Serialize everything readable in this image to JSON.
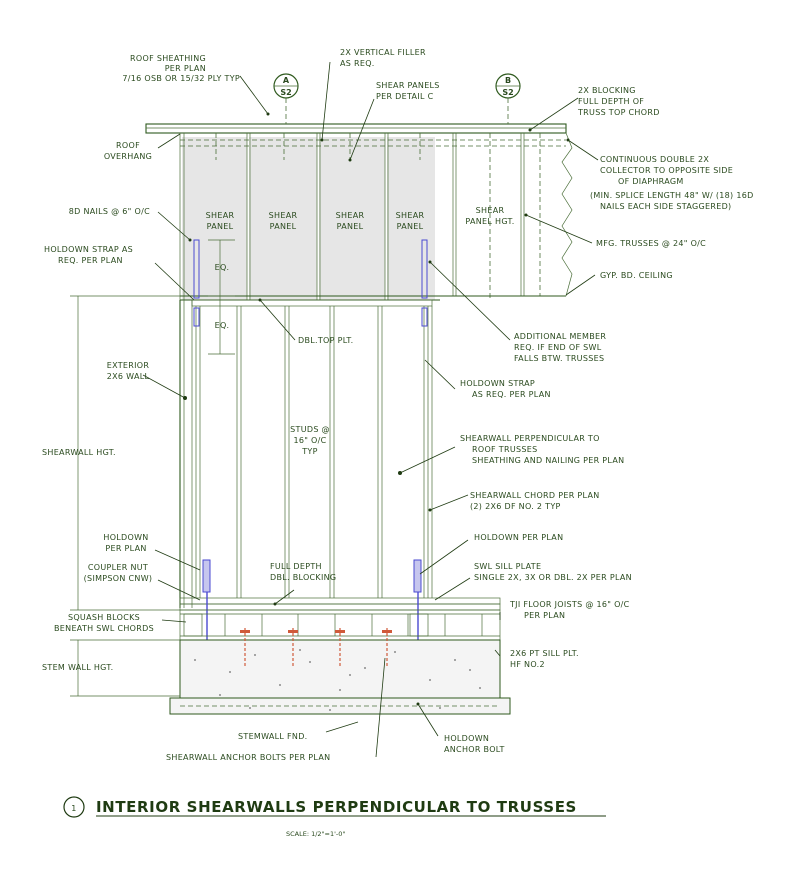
{
  "labels": {
    "roof_sheathing": [
      "ROOF SHEATHING",
      "PER PLAN",
      "7/16 OSB OR 15/32 PLY TYP"
    ],
    "vertical_filler": [
      "2X VERTICAL FILLER",
      "AS REQ."
    ],
    "shear_panels_detail": [
      "SHEAR PANELS",
      "PER DETAIL C"
    ],
    "blocking_2x": [
      "2X BLOCKING",
      "FULL DEPTH OF",
      "TRUSS TOP CHORD"
    ],
    "roof_overhang": [
      "ROOF",
      "OVERHANG"
    ],
    "collector": [
      "CONTINUOUS DOUBLE 2X",
      "COLLECTOR TO OPPOSITE SIDE",
      "OF DIAPHRAGM"
    ],
    "splice": [
      "(MIN. SPLICE LENGTH 48\" W/ (18) 16D",
      "NAILS EACH SIDE STAGGERED)"
    ],
    "nails_8d": "8D NAILS @ 6\" O/C",
    "mfg_trusses": "MFG. TRUSSES @ 24\" O/C",
    "holdown_strap_top": [
      "HOLDOWN STRAP AS",
      "REQ. PER PLAN"
    ],
    "gyp_ceiling": "GYP. BD. CEILING",
    "exterior_wall": [
      "EXTERIOR",
      "2X6 WALL"
    ],
    "additional_member": [
      "ADDITIONAL MEMBER",
      "REQ. IF END OF SWL",
      "FALLS BTW. TRUSSES"
    ],
    "dbl_top_plt": "DBL.TOP PLT.",
    "holdown_strap_right": [
      "HOLDOWN STRAP",
      "AS REQ. PER PLAN"
    ],
    "shearwall_hgt": "SHEARWALL HGT.",
    "studs": [
      "STUDS @",
      "16\" O/C",
      "TYP"
    ],
    "shearwall_perp": [
      "SHEARWALL PERPENDICULAR TO",
      "ROOF TRUSSES",
      "SHEATHING AND NAILING PER PLAN"
    ],
    "chord": [
      "SHEARWALL CHORD PER PLAN",
      "(2) 2X6 DF NO. 2 TYP"
    ],
    "holdown_left": [
      "HOLDOWN",
      "PER PLAN"
    ],
    "holdown_right": "HOLDOWN PER PLAN",
    "coupler_nut": [
      "COUPLER NUT",
      "(SIMPSON CNW)"
    ],
    "full_depth_blocking": [
      "FULL DEPTH",
      "DBL. BLOCKING"
    ],
    "swl_sill": [
      "SWL SILL PLATE",
      "SINGLE 2X, 3X OR DBL. 2X PER PLAN"
    ],
    "squash_blocks": [
      "SQUASH BLOCKS",
      "BENEATH SWL CHORDS"
    ],
    "tji_joists": [
      "TJI FLOOR JOISTS @ 16\" O/C",
      "PER PLAN"
    ],
    "stem_wall_hgt": "STEM WALL HGT.",
    "pt_sill": [
      "2X6 PT SILL PLT.",
      "HF NO.2"
    ],
    "stemwall_fnd": "STEMWALL FND.",
    "holdown_anchor": [
      "HOLDOWN",
      "ANCHOR BOLT"
    ],
    "anchor_bolts": "SHEARWALL ANCHOR BOLTS PER PLAN",
    "eq": "EQ.",
    "shear_panel": [
      "SHEAR",
      "PANEL"
    ],
    "shear_panel_hgt": [
      "SHEAR",
      "PANEL HGT."
    ]
  },
  "section_markers": [
    {
      "letter": "A",
      "sheet": "S2"
    },
    {
      "letter": "B",
      "sheet": "S2"
    }
  ],
  "title": {
    "number": "1",
    "text": "INTERIOR SHEARWALLS PERPENDICULAR TO TRUSSES",
    "scale": "SCALE: 1/2\"=1'-0\""
  },
  "colors": {
    "linework": "#2f5a1e",
    "text": "#2a4a1e",
    "strap": "#4a4ad0",
    "anchor": "#d05a3a"
  }
}
